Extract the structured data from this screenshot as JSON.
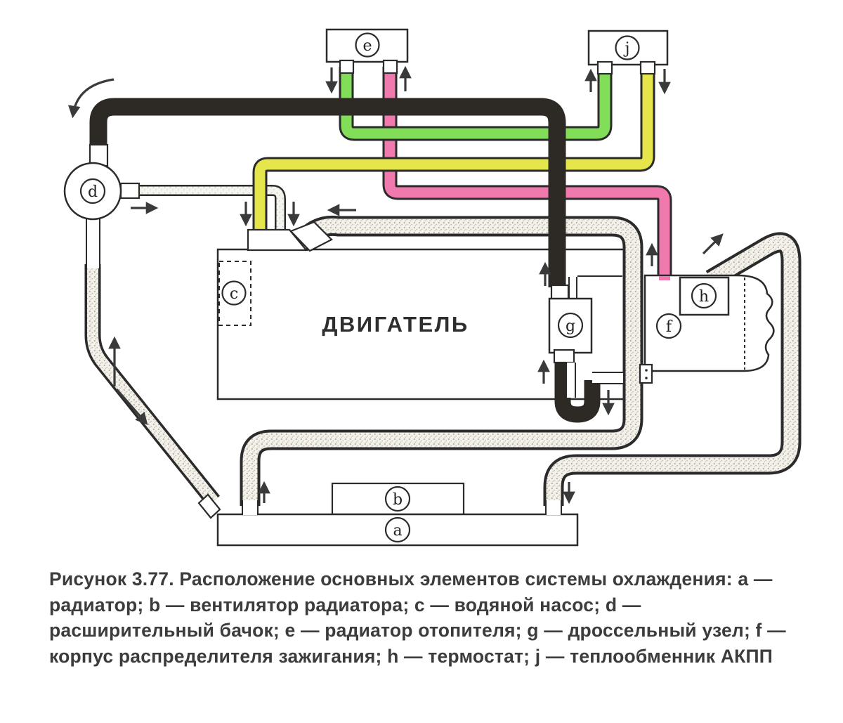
{
  "figure": {
    "caption": "Рисунок 3.77. Расположение основных элементов системы охлаждения: a — радиатор; b — вентилятор радиатора; c — водяной насос; d — расширительный бачок; e — радиатор отопителя; g — дроссельный узел; f — корпус распределителя зажигания; h — термостат; j — теплообменник АКПП",
    "engine_label": "ДВИГАТЕЛЬ",
    "labels": {
      "radiator": "a",
      "fan": "b",
      "water_pump": "c",
      "expansion_tank": "d",
      "heater_radiator": "e",
      "ignition_distributor": "f",
      "throttle_body": "g",
      "thermostat": "h",
      "atf_heat_exchanger": "j"
    },
    "colors": {
      "pipe_green": "#82de58",
      "pipe_yellow": "#e4e64c",
      "pipe_pink": "#f079ae",
      "pipe_black": "#2d2a26",
      "outline": "#2b2b2b"
    }
  }
}
